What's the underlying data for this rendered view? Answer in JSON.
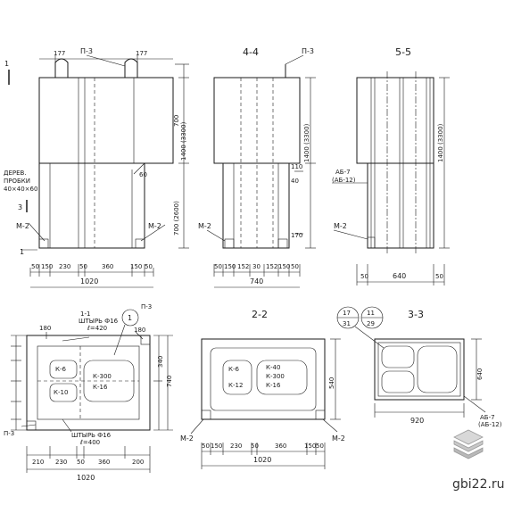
{
  "sections": {
    "s44": "4-4",
    "s55": "5-5",
    "s22": "2-2",
    "s33": "3-3"
  },
  "labels": {
    "p3": "П-3",
    "m2": "М-2",
    "ab7": "АБ-7",
    "ab12": "(АБ-12)",
    "wood1": "ДЕРЕВ.",
    "wood2": "ПРОБКИ",
    "wood3": "40×40×60",
    "pin1_l1": "1-1",
    "pin1_l2": "ШТЫРЬ Ф16",
    "pin1_l3": "ℓ=420",
    "pin2_l1": "ШТЫРЬ Ф16",
    "pin2_l2": "ℓ=400",
    "k1": "К-6",
    "k2": "К-10",
    "k3": "К-300",
    "k4": "К-16",
    "k5": "К-12",
    "k6": "К-40",
    "circle_1": "1",
    "circle_17": "17",
    "circle_31": "31",
    "circle_11": "11",
    "circle_29": "29",
    "sec3": "3",
    "sec1a": "1",
    "sec1b": "1"
  },
  "dims": {
    "d177a": "177",
    "d177b": "177",
    "d_top1": "1020",
    "d_top2": "740",
    "d_top3": "50",
    "d_top4": "640",
    "d_top5": "50",
    "d_v700": "700",
    "d_v1400a": "1400 (3300)",
    "d_v700b": "700 (2600)",
    "d_v1400b": "1400 (3300)",
    "d_v1400c": "1400 (3300)",
    "d_b50": "50",
    "d_b150": "150",
    "d_b230": "230",
    "d_b50b": "50",
    "d_b360": "360",
    "d_b150b": "150",
    "d_b50c": "50",
    "d_b1020": "1020",
    "d_m50a": "50",
    "d_m150": "150",
    "d_m152": "152",
    "d_m30": "30",
    "d_m152b": "152",
    "d_m150b": "150",
    "d_m50b": "50",
    "d_m740": "740",
    "d_r50a": "50",
    "d_r640": "640",
    "d_r50b": "50",
    "d_110": "110",
    "d_40": "40",
    "d_170": "170",
    "d_60": "60",
    "d_plan_b1": "210",
    "d_plan_b2": "230",
    "d_plan_b3": "50",
    "d_plan_b4": "360",
    "d_plan_b5": "200",
    "d_plan_1020": "1020",
    "d_plan_180a": "180",
    "d_plan_180b": "180",
    "d_plan_740": "740",
    "d_plan_340": "340",
    "d_22_50a": "50",
    "d_22_150": "150",
    "d_22_230": "230",
    "d_22_50": "50",
    "d_22_360": "360",
    "d_22_150b": "150",
    "d_22_50b": "50",
    "d_22_1020": "1020",
    "d_22_540": "540",
    "d_33_920": "920",
    "d_33_640": "640"
  },
  "watermark": {
    "site": "gbi22.ru"
  },
  "colors": {
    "ink": "#1a1a1a",
    "paper": "#ffffff"
  }
}
